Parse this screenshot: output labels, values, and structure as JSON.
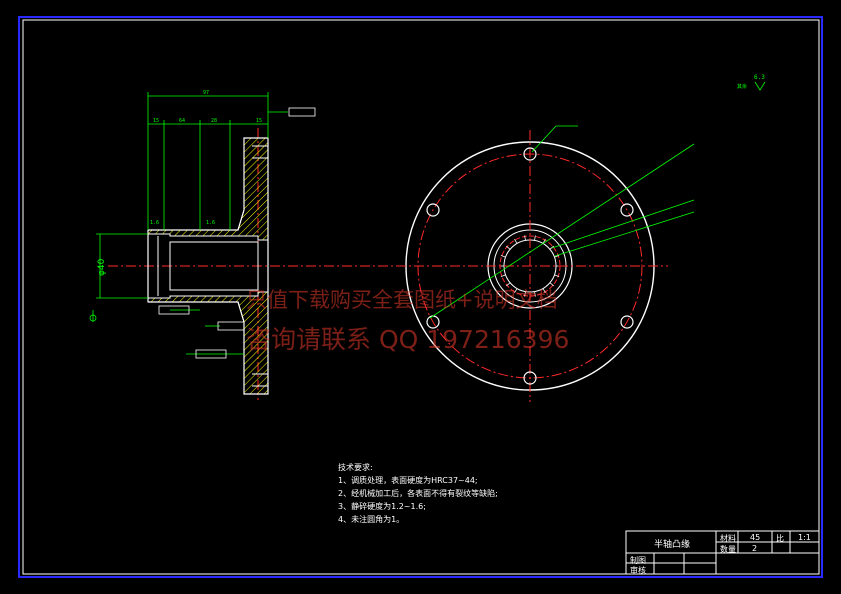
{
  "colors": {
    "background": "#000000",
    "outer_border": "#2a2aff",
    "outline": "#ffffff",
    "dimension": "#00ff00",
    "hatch": "#ffff00",
    "centerline": "#ff2a2a",
    "watermark": "#e0392a"
  },
  "watermark": {
    "line1": "只值下载购买全套图纸+说明文档",
    "line2": "咨询请联系 QQ 197216396"
  },
  "technical_requirements": {
    "heading": "技术要求:",
    "items": [
      "1、调质处理，表面硬度为HRC37~44;",
      "2、经机械加工后，各表面不得有裂纹等缺陷;",
      "3、静碎硬度为1.2~1.6;",
      "4、未注圆角为1。"
    ]
  },
  "title_block": {
    "part_name": "半轴凸缘",
    "material_label": "材料",
    "material_value": "45",
    "scale_label": "比",
    "scale_value": "1:1",
    "quantity_label": "数量",
    "quantity_value": "2",
    "drawn_label": "制图",
    "checked_label": "审核"
  },
  "dimensions": {
    "overall_length": "97",
    "seg1": "15",
    "seg2": "64",
    "seg3": "28",
    "flange_thickness": "15",
    "bore_diameter": "φ40",
    "roughness_1": "1.6",
    "roughness_2": "1.6",
    "roughness_general": "6.3",
    "roughness_other": "其余"
  }
}
